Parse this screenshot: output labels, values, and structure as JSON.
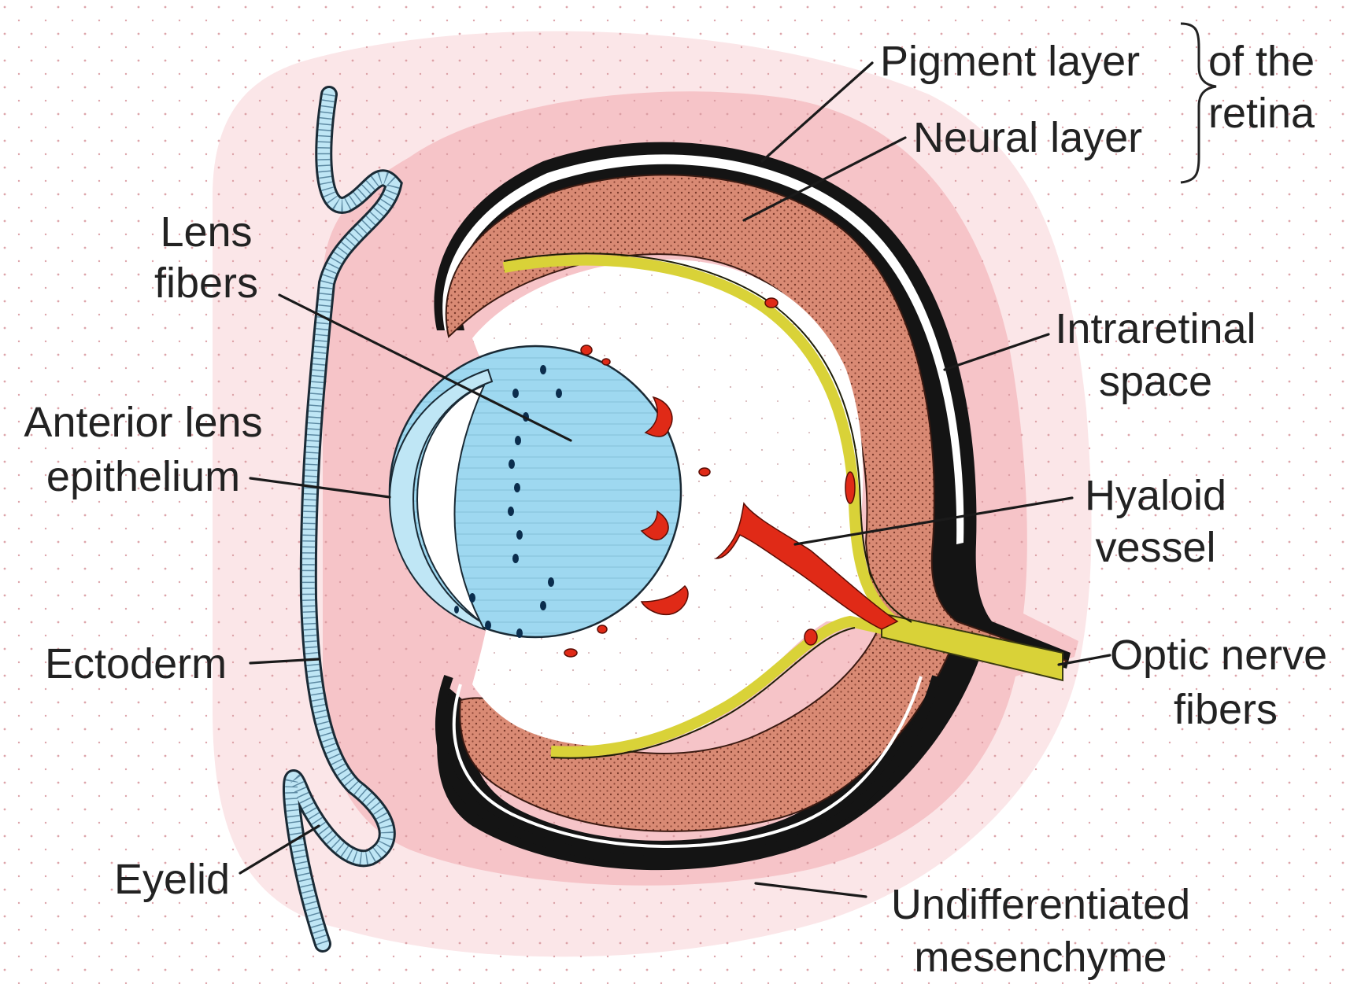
{
  "diagram": {
    "colors": {
      "mesenchyme_outer": "#fbe6e8",
      "mesenchyme_inner": "#f6c4c8",
      "retina_neural": "#d98a74",
      "retina_border": "#141414",
      "lens": "#9ed8f0",
      "ectoderm": "#bfe6f5",
      "hyaloid": "#e02a17",
      "optic_fibers": "#d9d238"
    },
    "labels": {
      "pigment_layer": "Pigment layer",
      "neural_layer": "Neural layer",
      "of_the": "of the",
      "retina": "retina",
      "lens_1": "Lens",
      "lens_2": "fibers",
      "intraretinal_1": "Intraretinal",
      "intraretinal_2": "space",
      "anterior_1": "Anterior lens",
      "anterior_2": "epithelium",
      "hyaloid_1": "Hyaloid",
      "hyaloid_2": "vessel",
      "ectoderm": "Ectoderm",
      "optic_1": "Optic nerve",
      "optic_2": "fibers",
      "eyelid": "Eyelid",
      "mesenchyme_1": "Undifferentiated",
      "mesenchyme_2": "mesenchyme"
    }
  }
}
